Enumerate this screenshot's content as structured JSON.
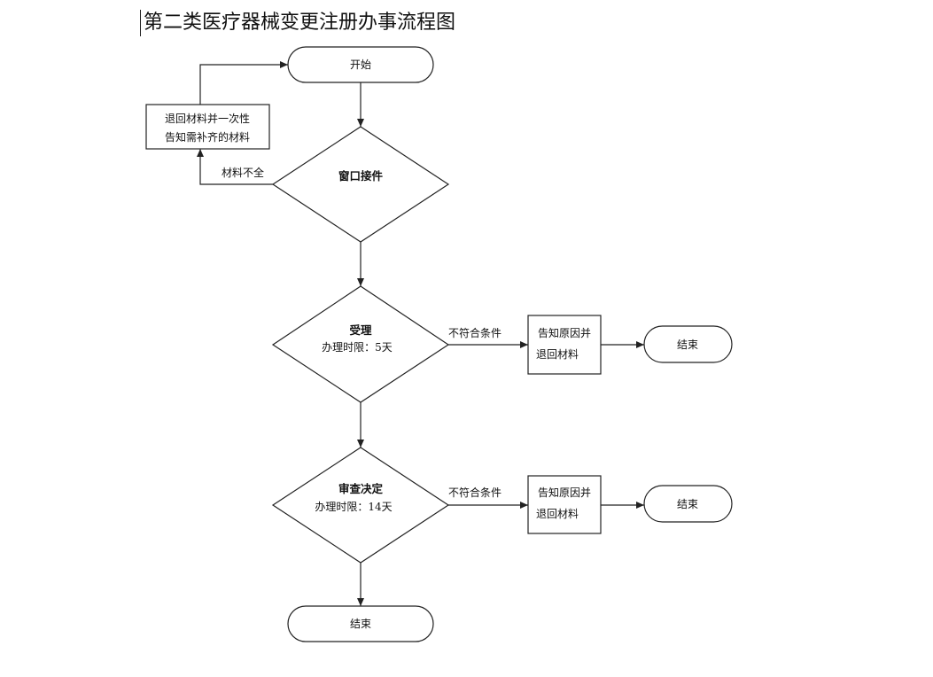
{
  "title": "第二类医疗器械变更注册办事流程图",
  "nodes": {
    "start": "开始",
    "return_box_line1": "退回材料并一次性",
    "return_box_line2": "告知需补齐的材料",
    "window_receive": "窗口接件",
    "accept": "受理",
    "accept_time": "办理时限：5天",
    "review": "审查决定",
    "review_time": "办理时限：14天",
    "notify1_line1": "告知原因并",
    "notify1_line2": "退回材料",
    "notify2_line1": "告知原因并",
    "notify2_line2": "退回材料",
    "end1": "结束",
    "end2": "结束",
    "end_final": "结束"
  },
  "edges": {
    "incomplete": "材料不全",
    "not_meet1": "不符合条件",
    "not_meet2": "不符合条件"
  }
}
